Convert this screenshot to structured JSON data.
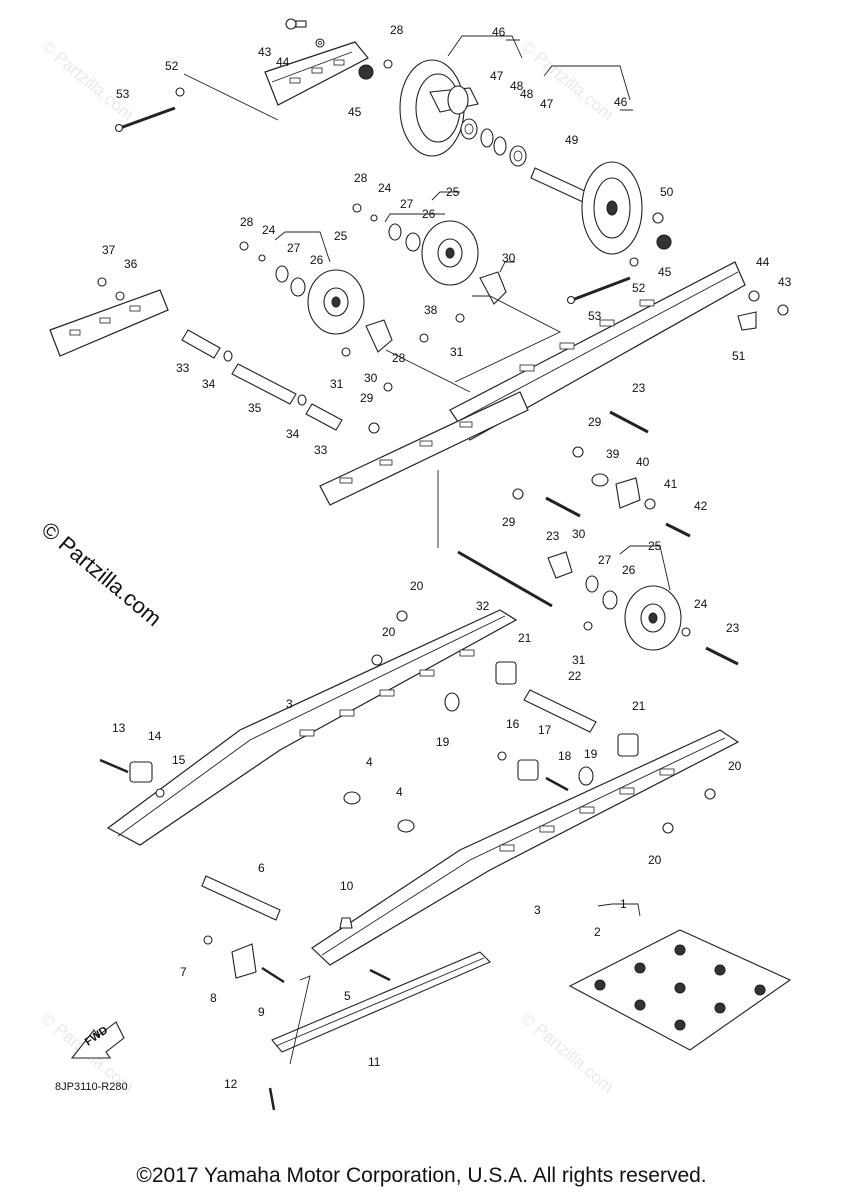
{
  "diagram": {
    "diagram_code": "8JP3110-R280",
    "fwd_label": "FWD",
    "side_watermark": "© Partzilla.com",
    "tile_watermark": "© Partzilla.com",
    "copyright": "©2017 Yamaha Motor Corporation, U.S.A. All rights reserved."
  },
  "callouts": [
    {
      "id": "c43a",
      "text": "43"
    },
    {
      "id": "c44a",
      "text": "44"
    },
    {
      "id": "c28a",
      "text": "28"
    },
    {
      "id": "c46a",
      "text": "46"
    },
    {
      "id": "c52a",
      "text": "52"
    },
    {
      "id": "c53a",
      "text": "53"
    },
    {
      "id": "c45a",
      "text": "45"
    },
    {
      "id": "c47a",
      "text": "47"
    },
    {
      "id": "c48a",
      "text": "48"
    },
    {
      "id": "c48b",
      "text": "48"
    },
    {
      "id": "c47b",
      "text": "47"
    },
    {
      "id": "c46b",
      "text": "46"
    },
    {
      "id": "c49",
      "text": "49"
    },
    {
      "id": "c50",
      "text": "50"
    },
    {
      "id": "c45b",
      "text": "45"
    },
    {
      "id": "c44b",
      "text": "44"
    },
    {
      "id": "c43b",
      "text": "43"
    },
    {
      "id": "c52b",
      "text": "52"
    },
    {
      "id": "c53b",
      "text": "53"
    },
    {
      "id": "c51",
      "text": "51"
    },
    {
      "id": "c28b",
      "text": "28"
    },
    {
      "id": "c24a",
      "text": "24"
    },
    {
      "id": "c25a",
      "text": "25"
    },
    {
      "id": "c27a",
      "text": "27"
    },
    {
      "id": "c26a",
      "text": "26"
    },
    {
      "id": "c28c",
      "text": "28"
    },
    {
      "id": "c24b",
      "text": "24"
    },
    {
      "id": "c25b",
      "text": "25"
    },
    {
      "id": "c27b",
      "text": "27"
    },
    {
      "id": "c26b",
      "text": "26"
    },
    {
      "id": "c30a",
      "text": "30"
    },
    {
      "id": "c37",
      "text": "37"
    },
    {
      "id": "c36",
      "text": "36"
    },
    {
      "id": "c38",
      "text": "38"
    },
    {
      "id": "c31a",
      "text": "31"
    },
    {
      "id": "c33a",
      "text": "33"
    },
    {
      "id": "c34a",
      "text": "34"
    },
    {
      "id": "c31b",
      "text": "31"
    },
    {
      "id": "c30b",
      "text": "30"
    },
    {
      "id": "c28d",
      "text": "28"
    },
    {
      "id": "c35",
      "text": "35"
    },
    {
      "id": "c34b",
      "text": "34"
    },
    {
      "id": "c33b",
      "text": "33"
    },
    {
      "id": "c29a",
      "text": "29"
    },
    {
      "id": "c23a",
      "text": "23"
    },
    {
      "id": "c29b",
      "text": "29"
    },
    {
      "id": "c39",
      "text": "39"
    },
    {
      "id": "c40",
      "text": "40"
    },
    {
      "id": "c41",
      "text": "41"
    },
    {
      "id": "c42",
      "text": "42"
    },
    {
      "id": "c29c",
      "text": "29"
    },
    {
      "id": "c23b",
      "text": "23"
    },
    {
      "id": "c30c",
      "text": "30"
    },
    {
      "id": "c25c",
      "text": "25"
    },
    {
      "id": "c27c",
      "text": "27"
    },
    {
      "id": "c26c",
      "text": "26"
    },
    {
      "id": "c20a",
      "text": "20"
    },
    {
      "id": "c32",
      "text": "32"
    },
    {
      "id": "c24c",
      "text": "24"
    },
    {
      "id": "c23c",
      "text": "23"
    },
    {
      "id": "c31c",
      "text": "31"
    },
    {
      "id": "c20b",
      "text": "20"
    },
    {
      "id": "c21a",
      "text": "21"
    },
    {
      "id": "c22",
      "text": "22"
    },
    {
      "id": "c3a",
      "text": "3"
    },
    {
      "id": "c21b",
      "text": "21"
    },
    {
      "id": "c13",
      "text": "13"
    },
    {
      "id": "c14",
      "text": "14"
    },
    {
      "id": "c16",
      "text": "16"
    },
    {
      "id": "c17",
      "text": "17"
    },
    {
      "id": "c15",
      "text": "15"
    },
    {
      "id": "c19a",
      "text": "19"
    },
    {
      "id": "c18",
      "text": "18"
    },
    {
      "id": "c19b",
      "text": "19"
    },
    {
      "id": "c20c",
      "text": "20"
    },
    {
      "id": "c4a",
      "text": "4"
    },
    {
      "id": "c4b",
      "text": "4"
    },
    {
      "id": "c20d",
      "text": "20"
    },
    {
      "id": "c6",
      "text": "6"
    },
    {
      "id": "c10",
      "text": "10"
    },
    {
      "id": "c3b",
      "text": "3"
    },
    {
      "id": "c1",
      "text": "1"
    },
    {
      "id": "c2",
      "text": "2"
    },
    {
      "id": "c7",
      "text": "7"
    },
    {
      "id": "c8",
      "text": "8"
    },
    {
      "id": "c9",
      "text": "9"
    },
    {
      "id": "c5",
      "text": "5"
    },
    {
      "id": "c11",
      "text": "11"
    },
    {
      "id": "c12",
      "text": "12"
    }
  ]
}
